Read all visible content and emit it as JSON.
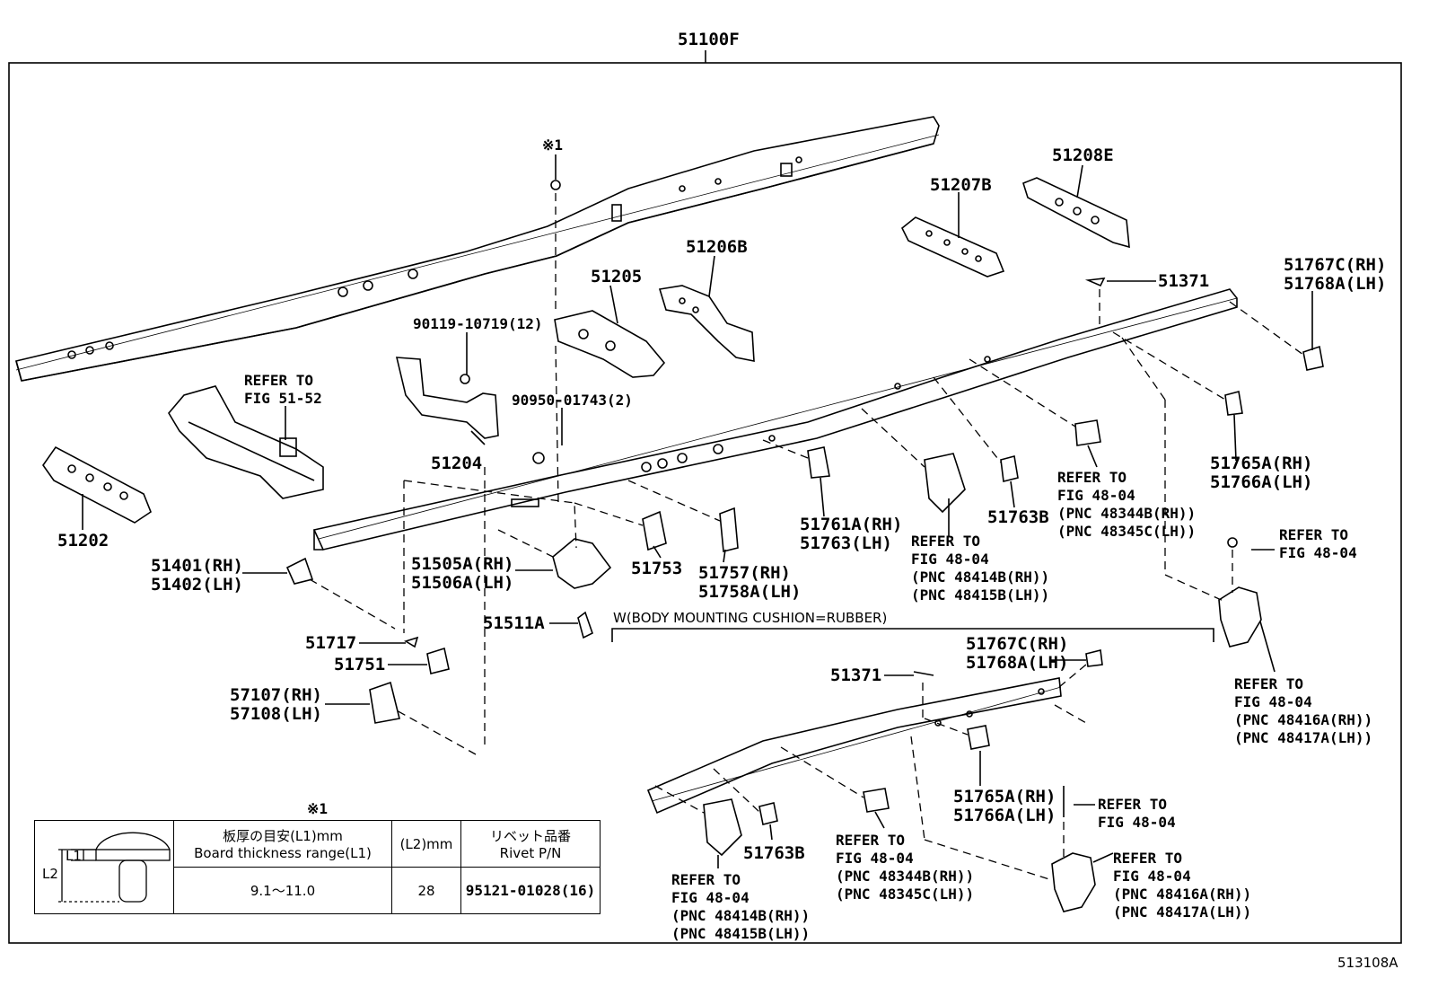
{
  "main_label": "51100F",
  "figure_code": "513108A",
  "note_mark": "※1",
  "body_mount_note": "W(BODY MOUNTING CUSHION=RUBBER)",
  "labels": {
    "p51205": "51205",
    "p51206B": "51206B",
    "p51207B": "51207B",
    "p51208E": "51208E",
    "p51371a": "51371",
    "p51767C_RH_a": "51767C(RH)",
    "p51768A_LH_a": "51768A(LH)",
    "bolt": "90119-10719(12)",
    "nut": "90950-01743(2)",
    "refer_fig5152": "REFER TO\nFIG 51-52",
    "p51204": "51204",
    "p51202": "51202",
    "p51765A_RH_a": "51765A(RH)",
    "p51766A_LH_a": "51766A(LH)",
    "p51761A_RH": "51761A(RH)",
    "p51763_LH": "51763(LH)",
    "p51763B_a": "51763B",
    "refer_48344_a": "REFER TO\nFIG 48-04\n(PNC 48344B(RH))\n(PNC 48345C(LH))",
    "refer_48414_a": "REFER TO\nFIG 48-04\n(PNC 48414B(RH))\n(PNC 48415B(LH))",
    "refer_fig4804_a": "REFER TO\nFIG 48-04",
    "p51401_RH": "51401(RH)",
    "p51402_LH": "51402(LH)",
    "p51505A_RH": "51505A(RH)",
    "p51506A_LH": "51506A(LH)",
    "p51753": "51753",
    "p51757_RH": "51757(RH)",
    "p51758A_LH": "51758A(LH)",
    "p51511A": "51511A",
    "p51717": "51717",
    "p51751": "51751",
    "p57107_RH": "57107(RH)",
    "p57108_LH": "57108(LH)",
    "refer_48416_a": "REFER TO\nFIG 48-04\n(PNC 48416A(RH))\n(PNC 48417A(LH))",
    "p51767C_RH_b": "51767C(RH)",
    "p51768A_LH_b": "51768A(LH)",
    "p51371b": "51371",
    "p51765A_RH_b": "51765A(RH)",
    "p51766A_LH_b": "51766A(LH)",
    "refer_fig4804_b": "REFER TO\nFIG 48-04",
    "p51763B_b": "51763B",
    "refer_48344_b": "REFER TO\nFIG 48-04\n(PNC 48344B(RH))\n(PNC 48345C(LH))",
    "refer_48416_b": "REFER TO\nFIG 48-04\n(PNC 48416A(RH))\n(PNC 48417A(LH))",
    "refer_48414_b": "REFER TO\nFIG 48-04\n(PNC 48414B(RH))\n(PNC 48415B(LH))"
  },
  "rivet_table": {
    "title_mark": "※1",
    "col1_jp": "板厚の目安(L1)mm",
    "col1_en": "Board thickness range(L1)",
    "col2": "(L2)mm",
    "col3_jp": "リベット品番",
    "col3_en": "Rivet P/N",
    "l1_label": "L1",
    "l2_label": "L2",
    "row_thickness": "9.1～11.0",
    "row_l2": "28",
    "row_rivet": "95121-01028(16)"
  }
}
